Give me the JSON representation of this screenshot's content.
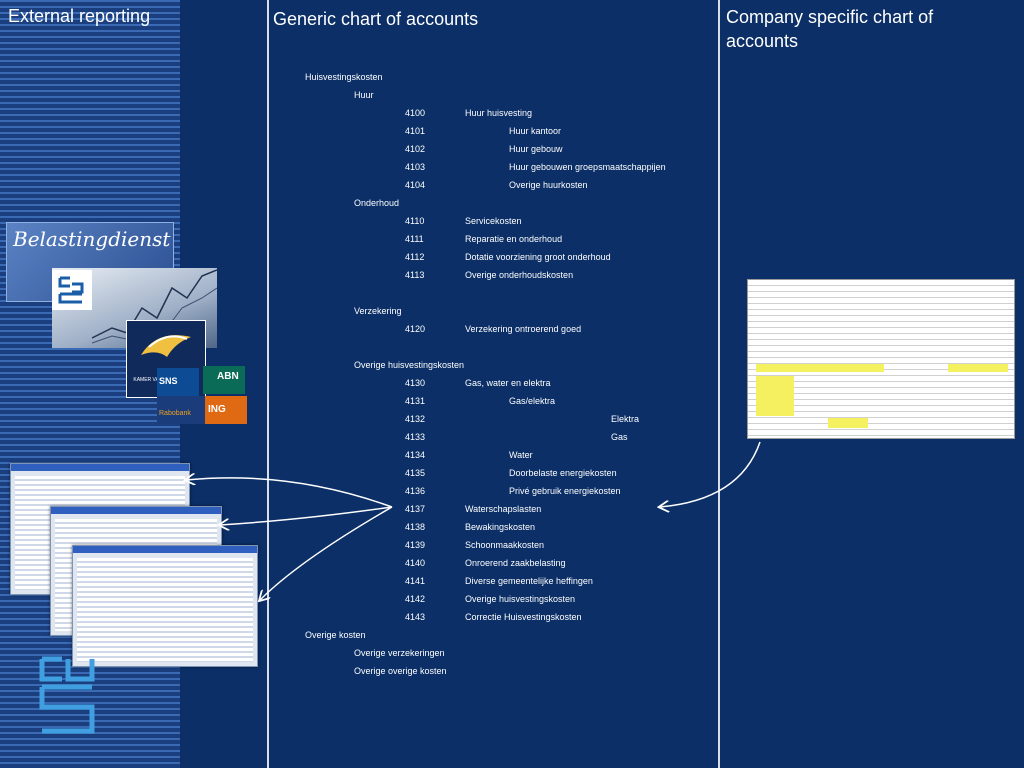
{
  "header": {
    "left_title": "External reporting",
    "middle_title": "Generic chart of accounts",
    "right_title": "Company specific chart of accounts"
  },
  "logos": {
    "belastingdienst": "Belastingdienst",
    "kvk_text": "KAMER VAN KOOPHANDEL",
    "banks": [
      "SNS",
      "ABN",
      "ING",
      "Rabobank"
    ]
  },
  "accounts": [
    {
      "level": 0,
      "code": "",
      "name": "Huisvestingskosten"
    },
    {
      "level": 1,
      "code": "",
      "name": "Huur"
    },
    {
      "level": 2,
      "code": "4100",
      "name": "Huur huisvesting"
    },
    {
      "level": 3,
      "code": "4101",
      "name": "Huur kantoor"
    },
    {
      "level": 3,
      "code": "4102",
      "name": "Huur gebouw"
    },
    {
      "level": 3,
      "code": "4103",
      "name": "Huur gebouwen groepsmaatschappijen"
    },
    {
      "level": 3,
      "code": "4104",
      "name": "Overige huurkosten"
    },
    {
      "level": 1,
      "code": "",
      "name": "Onderhoud"
    },
    {
      "level": 2,
      "code": "4110",
      "name": "Servicekosten"
    },
    {
      "level": 2,
      "code": "4111",
      "name": "Reparatie en onderhoud"
    },
    {
      "level": 2,
      "code": "4112",
      "name": "Dotatie voorziening groot onderhoud"
    },
    {
      "level": 2,
      "code": "4113",
      "name": "Overige onderhoudskosten"
    },
    {
      "level": -1,
      "code": "",
      "name": ""
    },
    {
      "level": 1,
      "code": "",
      "name": "Verzekering"
    },
    {
      "level": 2,
      "code": "4120",
      "name": "Verzekering ontroerend goed"
    },
    {
      "level": -1,
      "code": "",
      "name": ""
    },
    {
      "level": 1,
      "code": "",
      "name": "Overige huisvestingskosten"
    },
    {
      "level": 2,
      "code": "4130",
      "name": "Gas, water en elektra"
    },
    {
      "level": 3,
      "code": "4131",
      "name": "Gas/elektra"
    },
    {
      "level": 4,
      "code": "4132",
      "name": "Elektra"
    },
    {
      "level": 4,
      "code": "4133",
      "name": "Gas"
    },
    {
      "level": 3,
      "code": "4134",
      "name": "Water"
    },
    {
      "level": 3,
      "code": "4135",
      "name": "Doorbelaste energiekosten"
    },
    {
      "level": 3,
      "code": "4136",
      "name": "Privé gebruik energiekosten"
    },
    {
      "level": 2,
      "code": "4137",
      "name": "Waterschapslasten"
    },
    {
      "level": 2,
      "code": "4138",
      "name": "Bewakingskosten"
    },
    {
      "level": 2,
      "code": "4139",
      "name": "Schoonmaakkosten"
    },
    {
      "level": 2,
      "code": "4140",
      "name": "Onroerend zaakbelasting"
    },
    {
      "level": 2,
      "code": "4141",
      "name": "Diverse gemeentelijke heffingen"
    },
    {
      "level": 2,
      "code": "4142",
      "name": "Overige huisvestingskosten"
    },
    {
      "level": 2,
      "code": "4143",
      "name": "Correctie Huisvestingskosten"
    },
    {
      "level": 0,
      "code": "",
      "name": "Overige kosten"
    },
    {
      "level": 1,
      "code": "",
      "name": "Overige verzekeringen"
    },
    {
      "level": 1,
      "code": "",
      "name": "Overige overige kosten"
    }
  ],
  "colors": {
    "background": "#0b2f66",
    "text": "#ffffff",
    "divider": "#d8dde6",
    "sheet_highlight": "#f5f060"
  }
}
